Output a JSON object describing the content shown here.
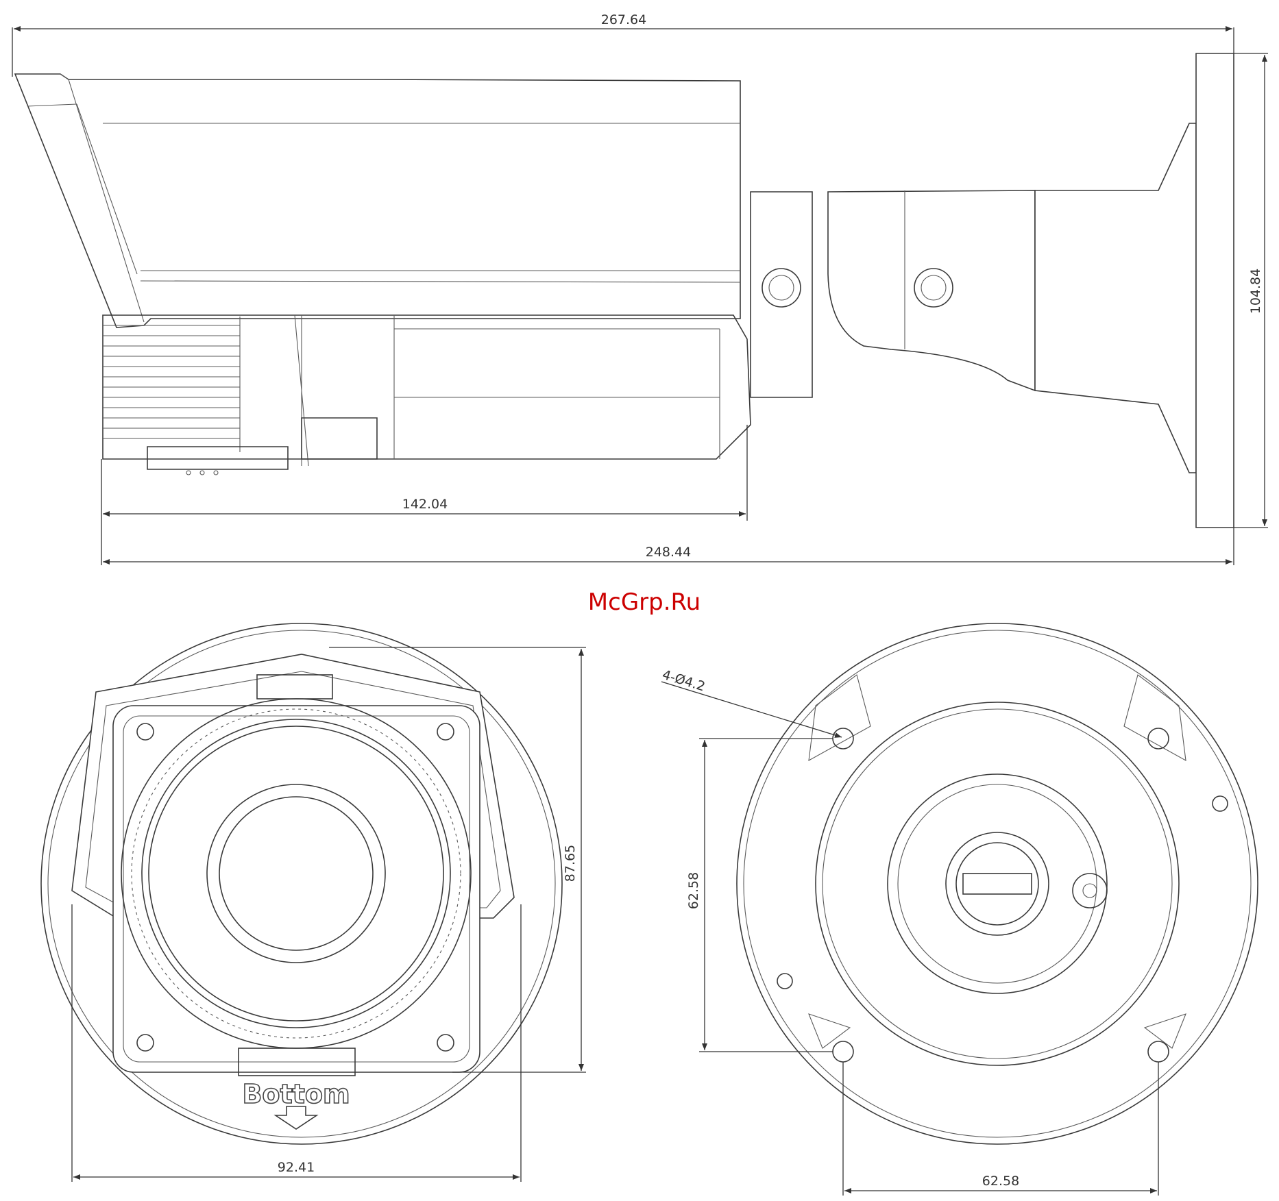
{
  "watermark": "McGrp.Ru",
  "dimensions": {
    "overall_length": "267.64",
    "housing_length": "142.04",
    "base_length": "248.44",
    "mount_height": "104.84",
    "front_height": "87.65",
    "front_width": "92.41",
    "hole_spacing_vertical": "62.58",
    "hole_spacing_horizontal": "62.58",
    "hole_callout": "4-Ø4.2"
  },
  "labels": {
    "bottom_marking": "Bottom"
  }
}
